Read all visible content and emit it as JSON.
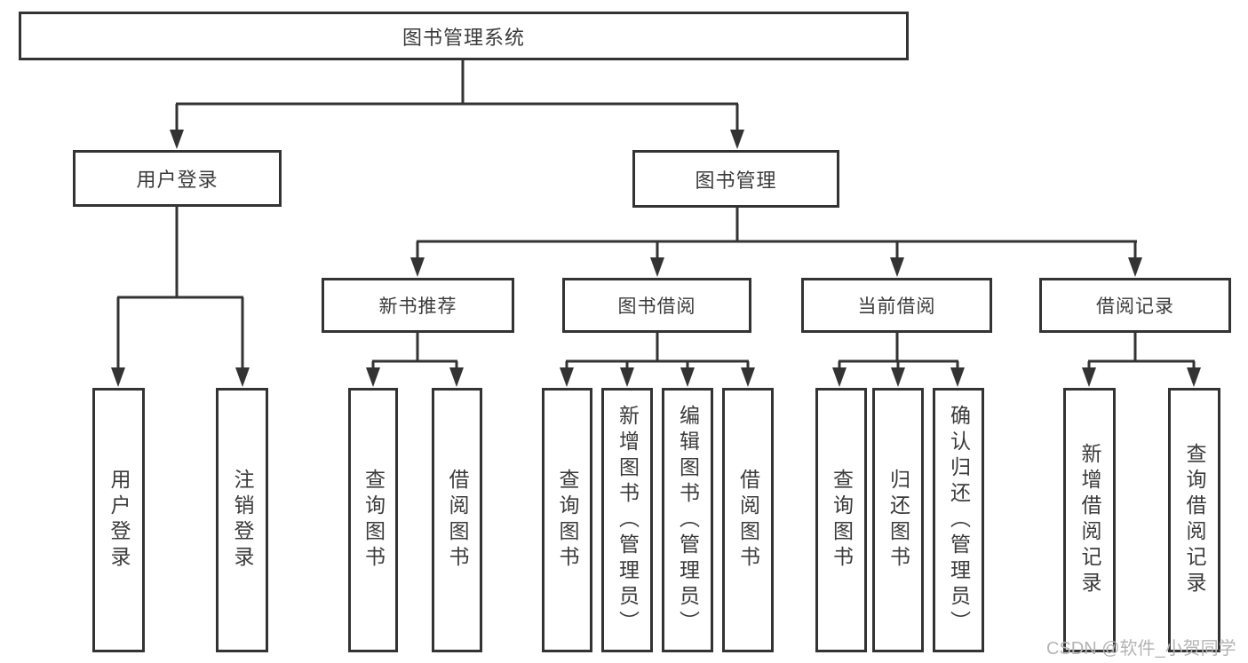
{
  "tree": {
    "root": "图书管理系统",
    "branches": [
      {
        "label": "用户登录",
        "leaves": [
          "用户登录",
          "注销登录"
        ]
      },
      {
        "label": "图书管理",
        "groups": [
          {
            "label": "新书推荐",
            "leaves": [
              "查询图书",
              "借阅图书"
            ]
          },
          {
            "label": "图书借阅",
            "leaves": [
              "查询图书",
              "新增图书（管理员）",
              "编辑图书（管理员）",
              "借阅图书"
            ]
          },
          {
            "label": "当前借阅",
            "leaves": [
              "查询图书",
              "归还图书",
              "确认归还（管理员）"
            ]
          },
          {
            "label": "借阅记录",
            "leaves": [
              "新增借阅记录",
              "查询借阅记录"
            ]
          }
        ]
      }
    ]
  },
  "watermark": {
    "text": "CSDN @软件_小贺同学",
    "color": "#b4b4b4"
  },
  "colors": {
    "line": "#333333",
    "box_border": "#333333",
    "text": "#3b3b3b",
    "background": "#ffffff"
  }
}
